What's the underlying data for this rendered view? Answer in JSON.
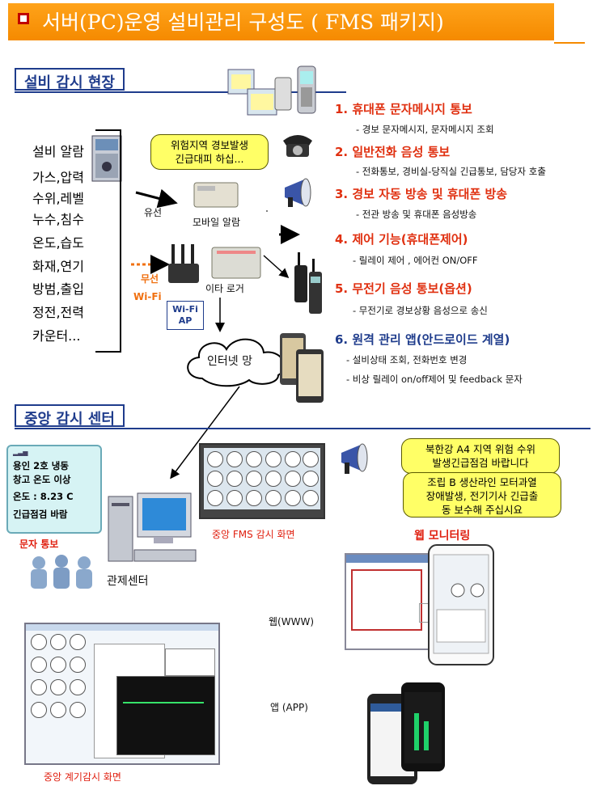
{
  "header": {
    "title": "서버(PC)운영 설비관리 구성도 ( FMS 패키지)"
  },
  "sections": {
    "field": "설비 감시 현장",
    "center": "중앙 감시 센터"
  },
  "sensors": [
    "설비 알람",
    "가스,압력",
    "수위,레벨",
    "누수,침수",
    "온도,습도",
    "화재,연기",
    "방범,출입",
    "정전,전력",
    "카운터..."
  ],
  "labels": {
    "wired": "유선",
    "mobile_alarm": "모바일 알람",
    "wireless": "무선",
    "wifi": "Wi-Fi",
    "wifi_ap": "Wi-Fi\nAP",
    "etc_logger": "이타 로거",
    "internet": "인터넷 망",
    "sms_notice": "문자 통보",
    "control_center": "관제센터",
    "fms_screen": "중앙 FMS 감시 화면",
    "web_monitoring": "웹 모니터링",
    "web": "웹(WWW)",
    "app": "앱 (APP)",
    "gauge_screen": "중앙 계기감시 화면"
  },
  "callouts": {
    "danger": "위험지역 경보발생\n긴급대피 하십...",
    "a4": "북한강 A4 지역 위험 수위\n발생긴급점검 바랍니다",
    "b": "조립 B 생산라인 모터과열\n장애발생, 전기기사 긴급출\n동 보수해 주십시요"
  },
  "sms": [
    "용인 2호 냉동",
    "창고 온도 이상",
    "온도 : 8.23 C",
    "긴급점검 바람"
  ],
  "features": [
    {
      "title": "1. 휴대폰 문자메시지 통보",
      "sub": [
        "- 경보 문자메시지, 문자메시지 조회"
      ]
    },
    {
      "title": "2. 일반전화 음성 통보",
      "sub": [
        "- 전화통보, 경비실-당직실 긴급통보, 담당자 호출"
      ]
    },
    {
      "title": "3. 경보 자동 방송 및 휴대폰 방송",
      "sub": [
        "- 전관 방송 및 휴대폰 음성방송"
      ]
    },
    {
      "title": "4. 제어 기능(휴대폰제어)",
      "sub": [
        "- 릴레이 제어 , 에어컨 ON/OFF"
      ]
    },
    {
      "title": "5. 무전기 음성 통보(옵션)",
      "sub": [
        "- 무전기로 경보상황 음성으로 송신"
      ]
    },
    {
      "title": "6. 원격 관리 앱(안드로이드 계열)",
      "sub": [
        "- 설비상태 조회, 전화번호 변경",
        "- 비상 릴레이 on/off제어 및 feedback 문자"
      ]
    }
  ],
  "colors": {
    "header": "#f58a00",
    "accent_blue": "#1f3c8c",
    "feature_red": "#e03010",
    "callout": "#ffff66"
  },
  "icons": [
    "cabinet-icon",
    "phone-icon",
    "telephone-icon",
    "megaphone-icon",
    "walkie-talkie-icon",
    "smartphone-icon",
    "router-icon",
    "cloud-icon",
    "computer-icon",
    "people-icon",
    "tablet-icon"
  ]
}
